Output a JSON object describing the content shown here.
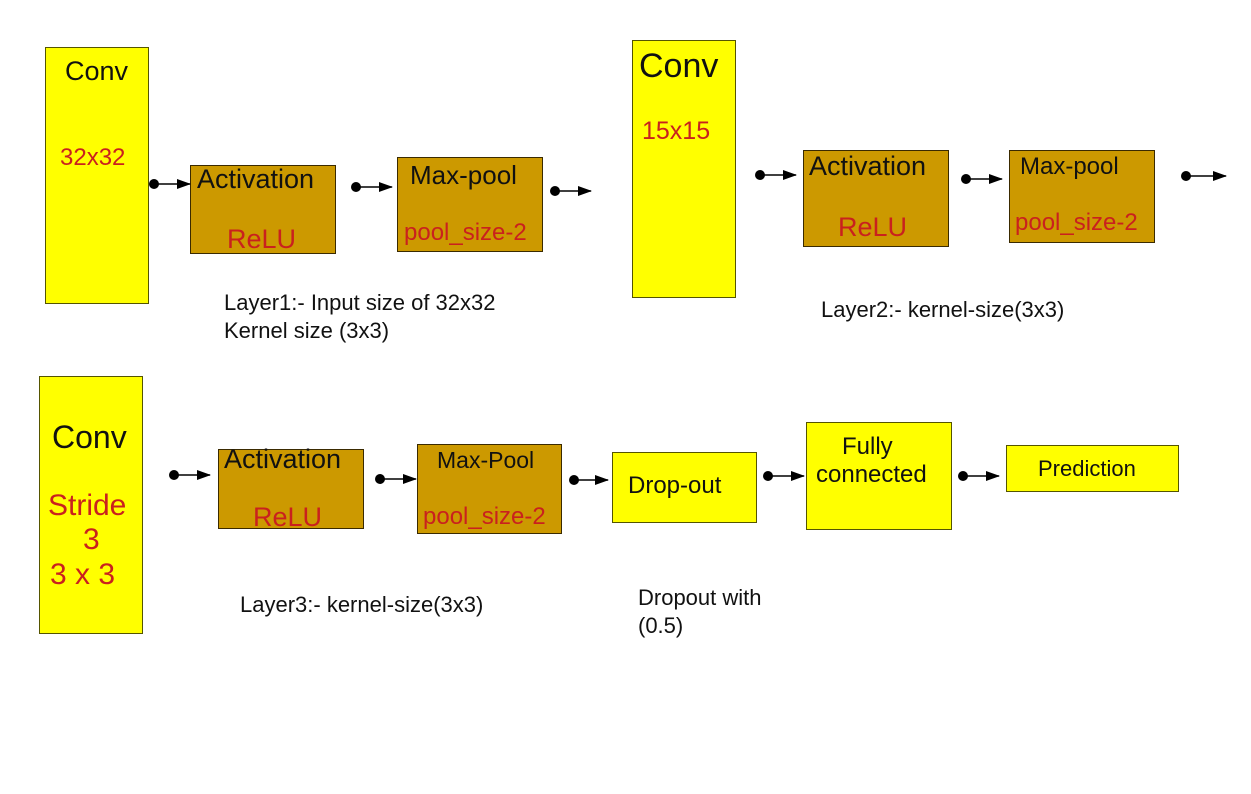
{
  "row1": {
    "conv1": {
      "title": "Conv",
      "size": "32x32"
    },
    "act1": {
      "title": "Activation",
      "func": "ReLU"
    },
    "pool1": {
      "title": "Max-pool",
      "param": "pool_size-2"
    },
    "conv2": {
      "title": "Conv",
      "size": "15x15"
    },
    "act2": {
      "title": "Activation",
      "func": "ReLU"
    },
    "pool2": {
      "title": "Max-pool",
      "param": "pool_size-2"
    },
    "caption1": {
      "line1": "Layer1:- Input size of 32x32",
      "line2": "Kernel size (3x3)"
    },
    "caption2": "Layer2:- kernel-size(3x3)"
  },
  "row2": {
    "conv3": {
      "title": "Conv",
      "stride_line1": "Stride",
      "stride_line2": "3",
      "kernel": "3 x 3"
    },
    "act3": {
      "title": "Activation",
      "func": "ReLU"
    },
    "pool3": {
      "title": "Max-Pool",
      "param": "pool_size-2"
    },
    "dropout": {
      "title": "Drop-out"
    },
    "fc": {
      "line1": "Fully",
      "line2": "connected"
    },
    "prediction": {
      "title": "Prediction"
    },
    "caption3": "Layer3:- kernel-size(3x3)",
    "caption4": {
      "line1": "Dropout with",
      "line2": "(0.5)"
    }
  },
  "colors": {
    "yellow": "#ffff00",
    "gold": "#cc9900",
    "red_text": "#c9211e"
  }
}
